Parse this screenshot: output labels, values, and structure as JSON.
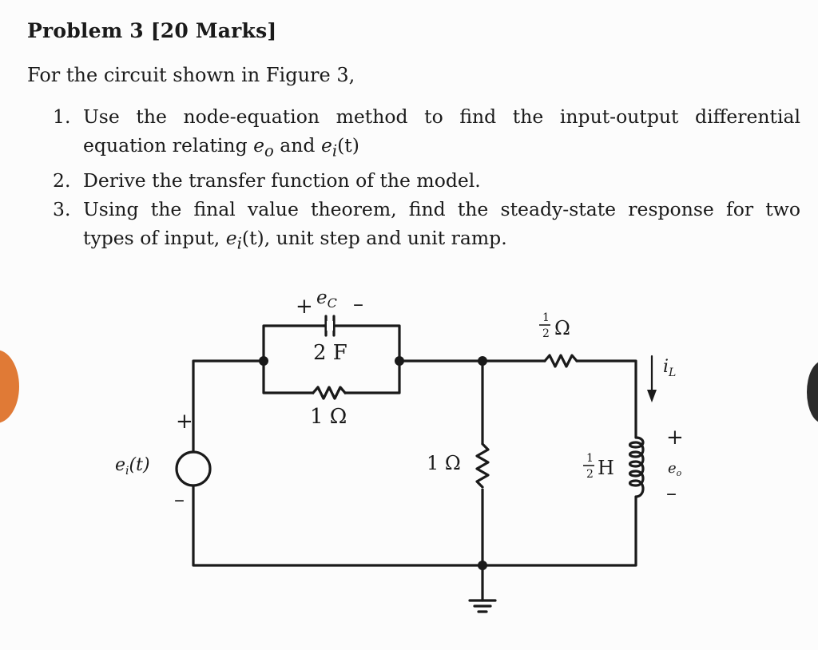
{
  "problem": {
    "title": "Problem 3 [20 Marks]",
    "intro": "For the circuit shown in Figure 3,"
  },
  "questions": [
    {
      "number": "1.",
      "line1": "Use the node-equation method to find the input-output differential",
      "line2_prefix": "equation relating ",
      "line2_var1": "e",
      "line2_sub1": "o",
      "line2_mid": " and ",
      "line2_var2": "e",
      "line2_sub2": "i",
      "line2_arg": "(t)"
    },
    {
      "number": "2.",
      "line1": "Derive the transfer function of the model."
    },
    {
      "number": "3.",
      "line1": "Using the final value theorem, find the steady-state response for two",
      "line2_prefix": "types of input, ",
      "line2_var": "e",
      "line2_sub": "i",
      "line2_arg": "(t)",
      "line2_suffix": ", unit step and unit ramp."
    }
  ],
  "circuit": {
    "capacitor_voltage_plus": "+",
    "capacitor_voltage_name": "e",
    "capacitor_voltage_sub": "C",
    "capacitor_voltage_minus": "–",
    "capacitor_value": "2 F",
    "parallel_resistor_value": "1 Ω",
    "source_plus": "+",
    "source_minus": "–",
    "source_label": "e",
    "source_sub": "i",
    "source_arg": "(t)",
    "shunt_resistor_value": "1 Ω",
    "series_resistor_num": "1",
    "series_resistor_den": "2",
    "series_resistor_unit": "Ω",
    "inductor_num": "1",
    "inductor_den": "2",
    "inductor_unit": "H",
    "inductor_current": "i",
    "inductor_current_sub": "L",
    "output_plus": "+",
    "output_label": "e",
    "output_sub": "o",
    "output_minus": "–"
  }
}
